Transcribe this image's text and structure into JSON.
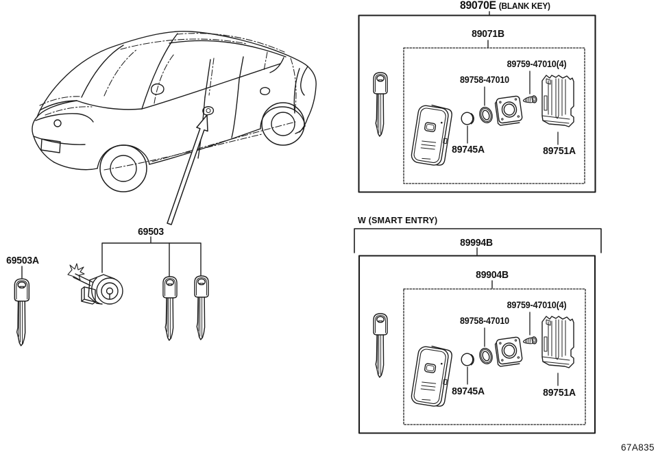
{
  "colors": {
    "ink": "#1c1c1c",
    "background": "#ffffff"
  },
  "footer": {
    "diagram_code": "67A835"
  },
  "left_area": {
    "key_blank_label": "69503A",
    "cylinder_kit_label": "69503"
  },
  "blank_key_section": {
    "code": "89070E",
    "note": "(BLANK KEY)",
    "assembly_code": "89071B",
    "parts": {
      "pad": "89758-47010",
      "screws": "89759-47010(4)",
      "button": "89745A",
      "holder": "89751A"
    }
  },
  "smart_entry_section": {
    "variant": "W (SMART ENTRY)",
    "kit_code": "89994B",
    "assembly_code": "89904B",
    "parts": {
      "pad": "89758-47010",
      "screws": "89759-47010(4)",
      "button": "89745A",
      "holder": "89751A"
    }
  }
}
